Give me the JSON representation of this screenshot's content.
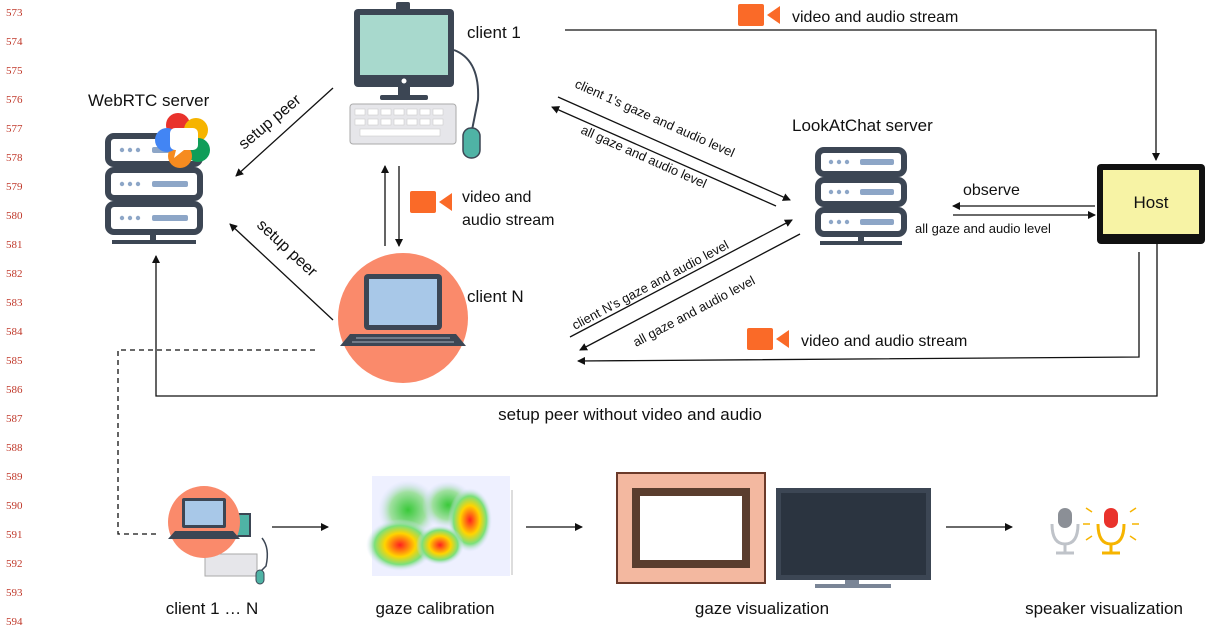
{
  "line_numbers": [
    "573",
    "574",
    "575",
    "576",
    "577",
    "578",
    "579",
    "580",
    "581",
    "582",
    "583",
    "584",
    "585",
    "586",
    "587",
    "588",
    "589",
    "590",
    "591",
    "592",
    "593",
    "594"
  ],
  "labels": {
    "client1": "client 1",
    "webrtc_server": "WebRTC server",
    "lookatchat_server": "LookAtChat server",
    "host": "Host",
    "clientN": "client N",
    "observe": "observe",
    "all_gaze_host": "all gaze and audio level",
    "video_audio_top": "video and audio stream",
    "video_audio_bottom": "video and audio stream",
    "video_and": "video and",
    "audio_stream": "audio stream",
    "setup_peer_1": "setup peer",
    "setup_peer_2": "setup peer",
    "client1_gaze": "client 1's gaze and audio level",
    "all_gaze_1": "all gaze and audio level",
    "clientN_gaze": "client N's gaze and audio level",
    "all_gaze_2": "all gaze and audio level",
    "setup_no_av": "setup peer without video and audio"
  },
  "pipeline": {
    "clients": "client 1 … N",
    "calibration": "gaze calibration",
    "visualization": "gaze visualization",
    "speaker": "speaker visualization"
  },
  "colors": {
    "accent_orange": "#fa6a28",
    "host_fill": "#f7f3a5",
    "server_dark": "#3c4654",
    "line_red": "#c0392b"
  }
}
